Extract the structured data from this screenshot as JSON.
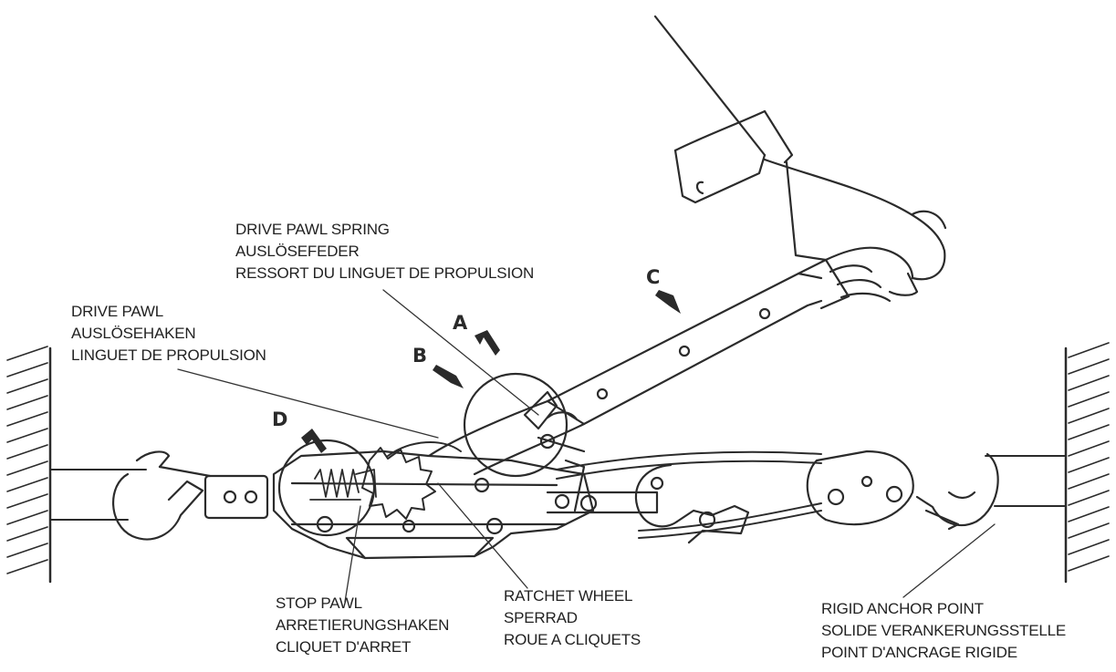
{
  "labels": {
    "drive_pawl_spring": [
      "DRIVE PAWL SPRING",
      "AUSLÖSEFEDER",
      "RESSORT DU LINGUET DE PROPULSION"
    ],
    "drive_pawl": [
      "DRIVE PAWL",
      "AUSLÖSEHAKEN",
      "LINGUET DE PROPULSION"
    ],
    "stop_pawl": [
      "STOP PAWL",
      "ARRETIERUNGSHAKEN",
      "CLIQUET D'ARRET"
    ],
    "ratchet_wheel": [
      "RATCHET WHEEL",
      "SPERRAD",
      "ROUE A CLIQUETS"
    ],
    "rigid_anchor_point": [
      "RIGID ANCHOR POINT",
      "SOLIDE VERANKERUNGSSTELLE",
      "POINT D'ANCRAGE RIGIDE"
    ]
  },
  "steps": {
    "a": "A",
    "b": "B",
    "c": "C",
    "d": "D"
  }
}
